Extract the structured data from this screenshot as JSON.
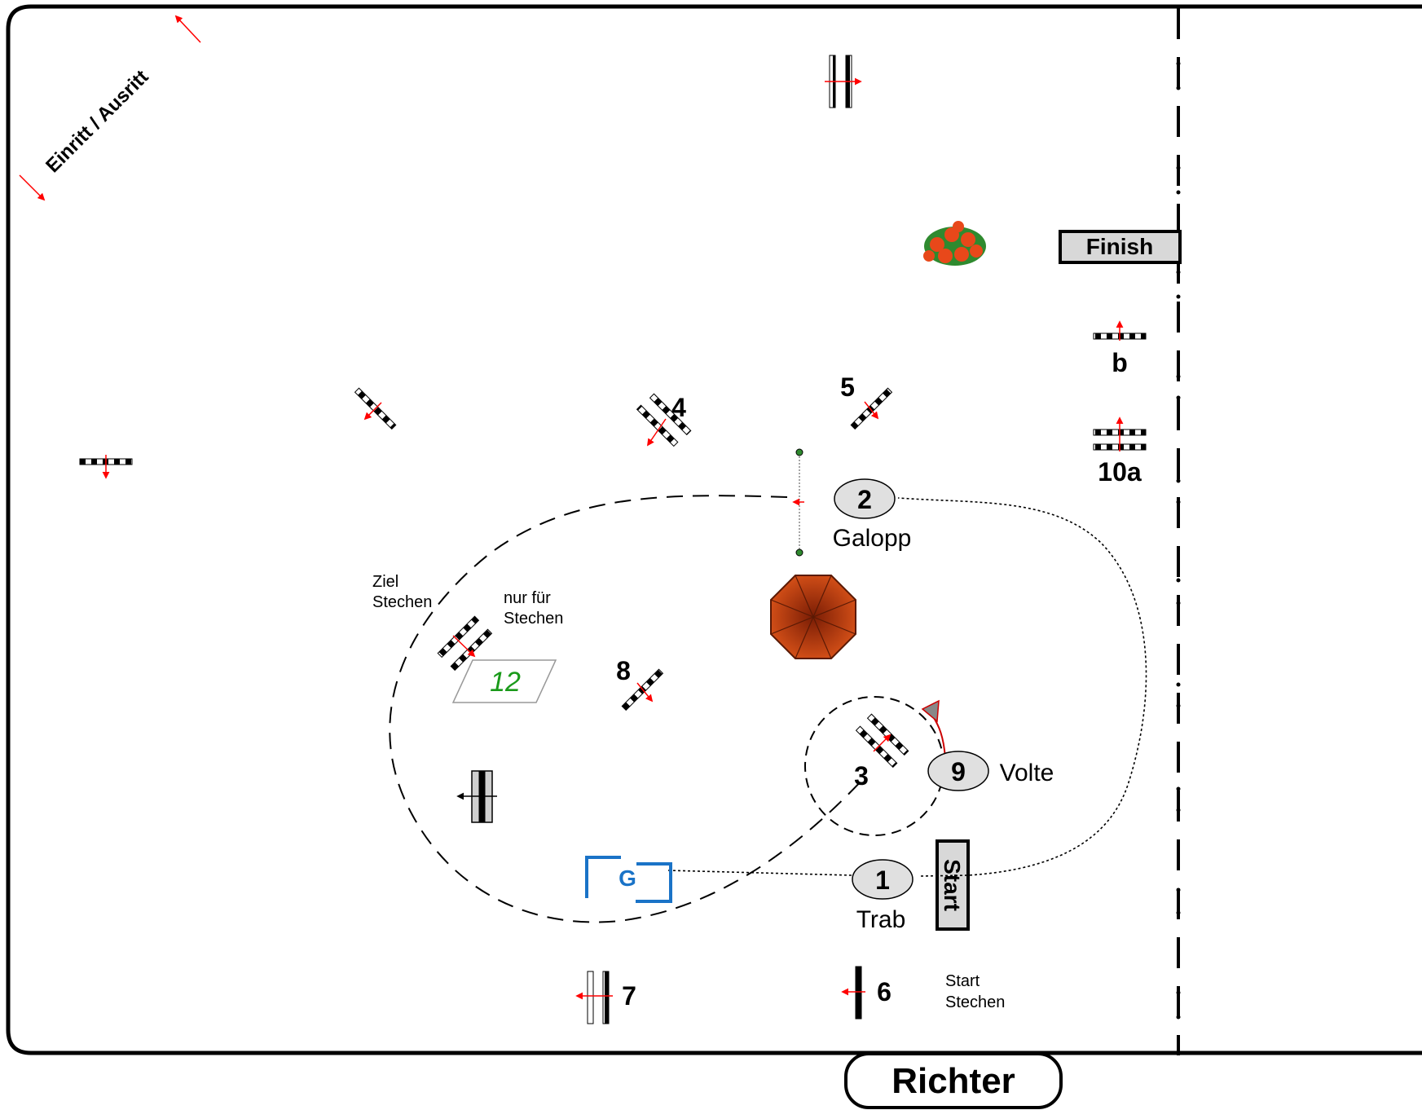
{
  "arena": {
    "entry_exit_label": "Einritt / Ausritt",
    "judge_label": "Richter",
    "start_label": "Start",
    "finish_label": "Finish"
  },
  "stations": {
    "s1": {
      "number": "1",
      "label": "Trab"
    },
    "s2": {
      "number": "2",
      "label": "Galopp"
    },
    "s9": {
      "number": "9",
      "label": "Volte"
    }
  },
  "obstacles": {
    "o3": "3",
    "o4": "4",
    "o5": "5",
    "o6": "6",
    "o7": "7",
    "o8": "8",
    "o10a": "10a",
    "ob": "b",
    "gate": "G",
    "o12": "12"
  },
  "notes": {
    "ziel_line1": "Ziel",
    "ziel_line2": "Stechen",
    "nur_line1": "nur für",
    "nur_line2": "Stechen",
    "start_stechen_line1": "Start",
    "start_stechen_line2": "Stechen"
  },
  "colors": {
    "arrow": "#ff0000",
    "gate": "#1a73c7",
    "marker12": "#1a9a1a",
    "umbrella": "#c8430f",
    "station_fill": "#e0e0e0"
  }
}
